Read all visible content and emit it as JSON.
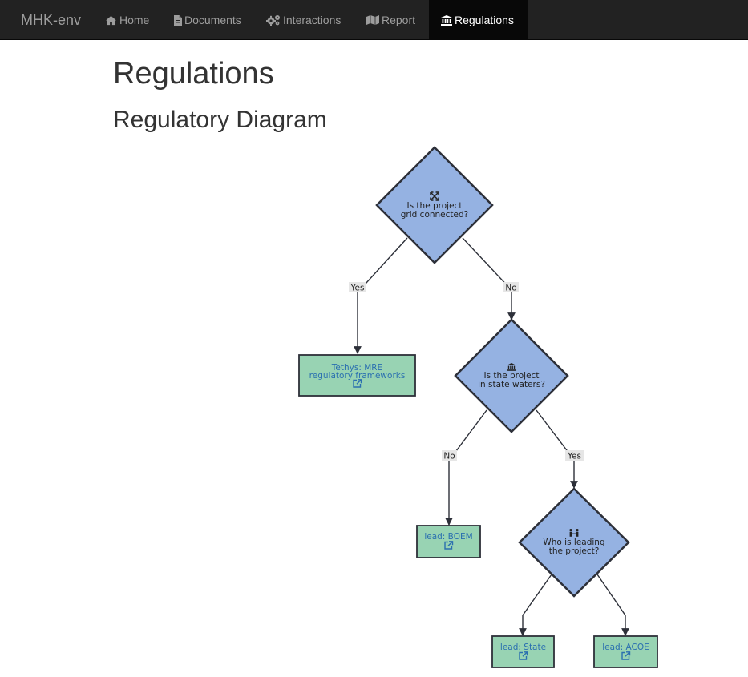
{
  "navbar": {
    "brand": "MHK-env",
    "items": [
      {
        "id": "home",
        "label": "Home",
        "icon": "home-icon",
        "active": false
      },
      {
        "id": "documents",
        "label": "Documents",
        "icon": "file-icon",
        "active": false
      },
      {
        "id": "interactions",
        "label": "Interactions",
        "icon": "cogs-icon",
        "active": false
      },
      {
        "id": "report",
        "label": "Report",
        "icon": "map-icon",
        "active": false
      },
      {
        "id": "regulations",
        "label": "Regulations",
        "icon": "bank-icon",
        "active": true
      }
    ]
  },
  "page": {
    "title": "Regulations",
    "section_title": "Regulatory Diagram"
  },
  "diagram": {
    "decisions": [
      {
        "id": "grid",
        "icon": "expand-arrows-icon",
        "lines": [
          "Is the project",
          "grid connected?"
        ]
      },
      {
        "id": "state_waters",
        "icon": "bank-icon",
        "lines": [
          "Is the project",
          "in state waters?"
        ]
      },
      {
        "id": "lead",
        "icon": "people-icon",
        "lines": [
          "Who is leading",
          "the project?"
        ]
      }
    ],
    "outcomes": [
      {
        "id": "tethys",
        "lines": [
          "Tethys: MRE",
          "regulatory frameworks"
        ],
        "icon": "external-link-icon"
      },
      {
        "id": "boem",
        "lines": [
          "lead: BOEM"
        ],
        "icon": "external-link-icon"
      },
      {
        "id": "state",
        "lines": [
          "lead: State"
        ],
        "icon": "external-link-icon"
      },
      {
        "id": "acoe",
        "lines": [
          "lead: ACOE"
        ],
        "icon": "external-link-icon"
      }
    ],
    "edges": [
      {
        "from": "grid",
        "to": "tethys",
        "label": "Yes"
      },
      {
        "from": "grid",
        "to": "state_waters",
        "label": "No"
      },
      {
        "from": "state_waters",
        "to": "boem",
        "label": "No"
      },
      {
        "from": "state_waters",
        "to": "lead",
        "label": "Yes"
      },
      {
        "from": "lead",
        "to": "state",
        "label": ""
      },
      {
        "from": "lead",
        "to": "acoe",
        "label": ""
      }
    ],
    "colors": {
      "decision_fill": "#95b2e2",
      "outcome_fill": "#98d3b3",
      "stroke": "#2d3039",
      "edge_label_bg": "#e6e6e6",
      "link_text": "#2a6fb0"
    }
  }
}
